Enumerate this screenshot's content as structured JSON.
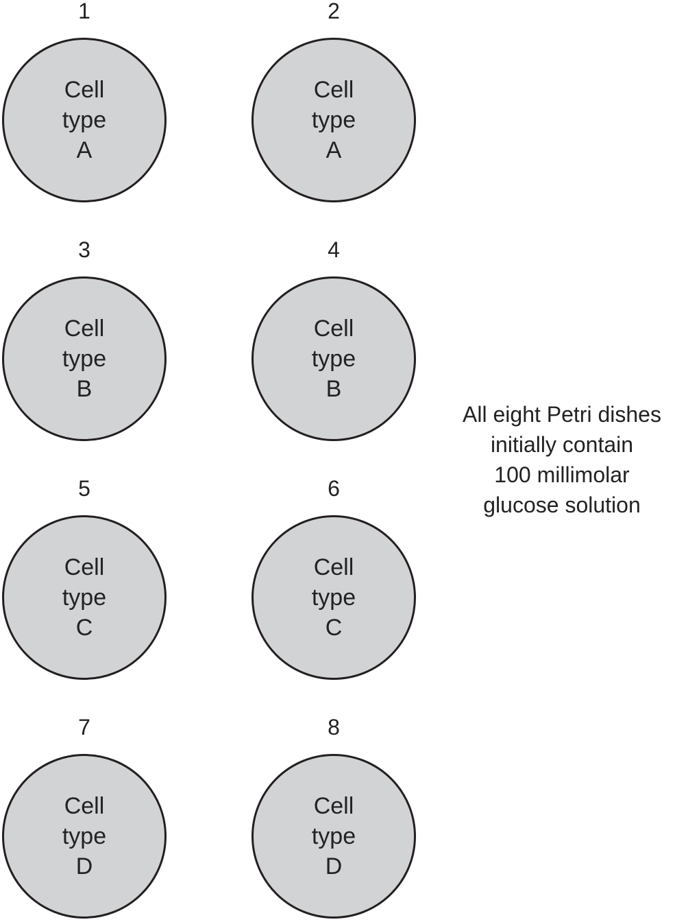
{
  "dishes": [
    {
      "number": "1",
      "line1": "Cell",
      "line2": "type",
      "line3": "A"
    },
    {
      "number": "2",
      "line1": "Cell",
      "line2": "type",
      "line3": "A"
    },
    {
      "number": "3",
      "line1": "Cell",
      "line2": "type",
      "line3": "B"
    },
    {
      "number": "4",
      "line1": "Cell",
      "line2": "type",
      "line3": "B"
    },
    {
      "number": "5",
      "line1": "Cell",
      "line2": "type",
      "line3": "C"
    },
    {
      "number": "6",
      "line1": "Cell",
      "line2": "type",
      "line3": "C"
    },
    {
      "number": "7",
      "line1": "Cell",
      "line2": "type",
      "line3": "D"
    },
    {
      "number": "8",
      "line1": "Cell",
      "line2": "type",
      "line3": "D"
    }
  ],
  "note": {
    "lines": [
      "All eight Petri dishes",
      "initially contain",
      "100 millimolar",
      "glucose solution"
    ]
  },
  "colors": {
    "dish_fill": "#d1d3d4",
    "dish_stroke": "#231f20",
    "text": "#222222"
  }
}
